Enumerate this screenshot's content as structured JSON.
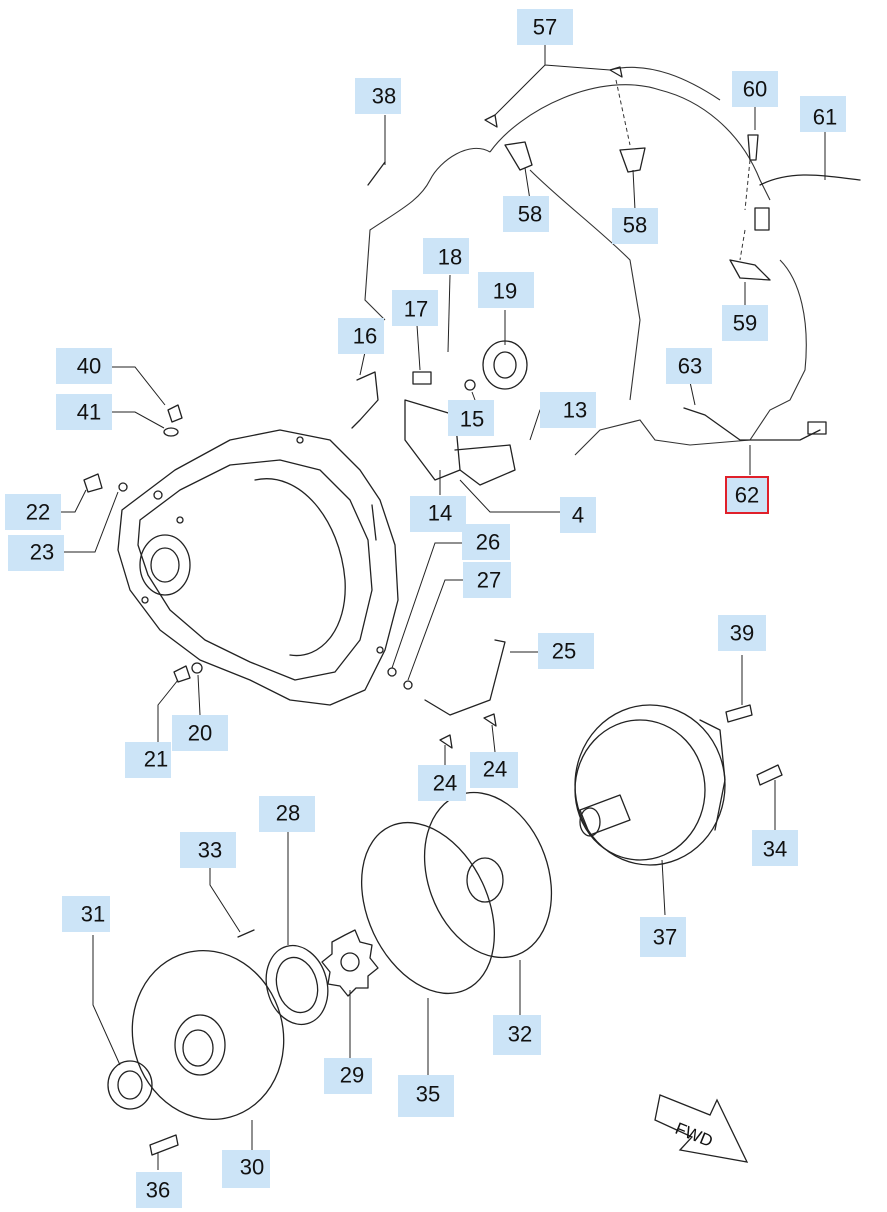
{
  "callouts": [
    {
      "id": "c57a",
      "label": "57"
    },
    {
      "id": "c38",
      "label": "38"
    },
    {
      "id": "c60",
      "label": "60"
    },
    {
      "id": "c61",
      "label": "61"
    },
    {
      "id": "c58a",
      "label": "58"
    },
    {
      "id": "c58b",
      "label": "58"
    },
    {
      "id": "c18",
      "label": "18"
    },
    {
      "id": "c19",
      "label": "19"
    },
    {
      "id": "c17",
      "label": "17"
    },
    {
      "id": "c16",
      "label": "16"
    },
    {
      "id": "c59",
      "label": "59"
    },
    {
      "id": "c63",
      "label": "63"
    },
    {
      "id": "c40",
      "label": "40"
    },
    {
      "id": "c15",
      "label": "15"
    },
    {
      "id": "c13",
      "label": "13"
    },
    {
      "id": "c41",
      "label": "41"
    },
    {
      "id": "c62",
      "label": "62",
      "highlight": true
    },
    {
      "id": "c22",
      "label": "22"
    },
    {
      "id": "c14",
      "label": "14"
    },
    {
      "id": "c4",
      "label": "4"
    },
    {
      "id": "c26",
      "label": "26"
    },
    {
      "id": "c23",
      "label": "23"
    },
    {
      "id": "c27",
      "label": "27"
    },
    {
      "id": "c25",
      "label": "25"
    },
    {
      "id": "c39",
      "label": "39"
    },
    {
      "id": "c20",
      "label": "20"
    },
    {
      "id": "c21",
      "label": "21"
    },
    {
      "id": "c24a",
      "label": "24"
    },
    {
      "id": "c24b",
      "label": "24"
    },
    {
      "id": "c28",
      "label": "28"
    },
    {
      "id": "c34",
      "label": "34"
    },
    {
      "id": "c33",
      "label": "33"
    },
    {
      "id": "c37",
      "label": "37"
    },
    {
      "id": "c31",
      "label": "31"
    },
    {
      "id": "c32",
      "label": "32"
    },
    {
      "id": "c29",
      "label": "29"
    },
    {
      "id": "c35",
      "label": "35"
    },
    {
      "id": "c30",
      "label": "30"
    },
    {
      "id": "c36",
      "label": "36"
    }
  ],
  "fwd_label": "FWD",
  "colors": {
    "callout_bg": "#cce4f7",
    "highlight": "#e0202a",
    "line": "#222222"
  }
}
